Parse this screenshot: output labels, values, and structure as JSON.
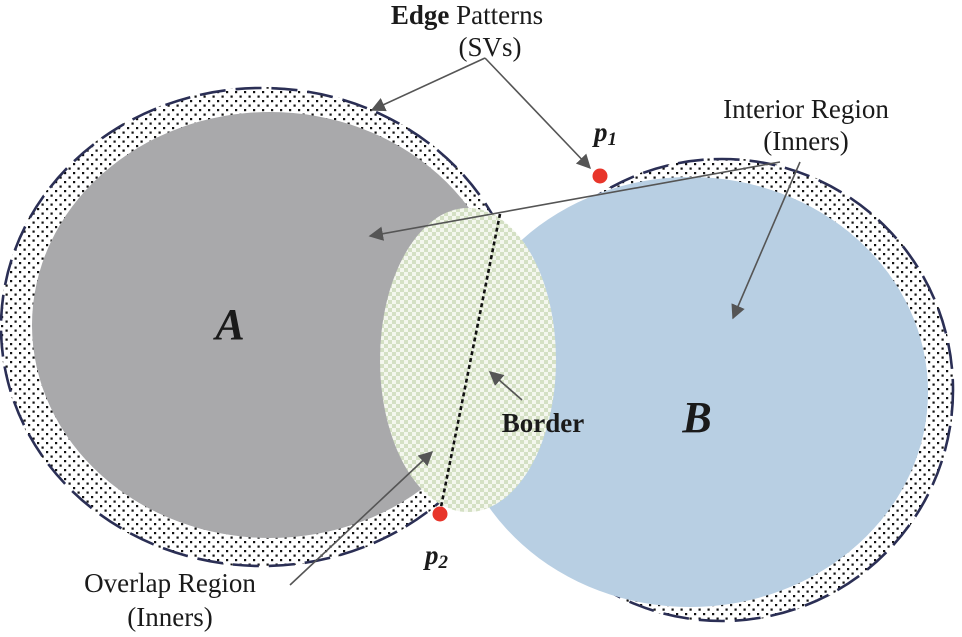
{
  "labels": {
    "edge_bold": "Edge",
    "edge_rest": " Patterns",
    "edge_sub": "(SVs)",
    "interior_line1": "Interior Region",
    "interior_line2": "(Inners)",
    "overlap_line1": "Overlap Region",
    "overlap_line2": "(Inners)",
    "border": "Border",
    "region_a": "A",
    "region_b": "B",
    "p1_main": "p",
    "p1_sub": "1",
    "p2_main": "p",
    "p2_sub": "2"
  },
  "colors": {
    "region_a_fill": "#a9a9ab",
    "region_b_fill": "#b8cfe3",
    "overlap_checker_a": "#d4e0c4",
    "overlap_checker_b": "#f4f7ee",
    "edge_dash": "#2b2f55",
    "point_fill": "#e8352a",
    "arrow": "#555555"
  }
}
